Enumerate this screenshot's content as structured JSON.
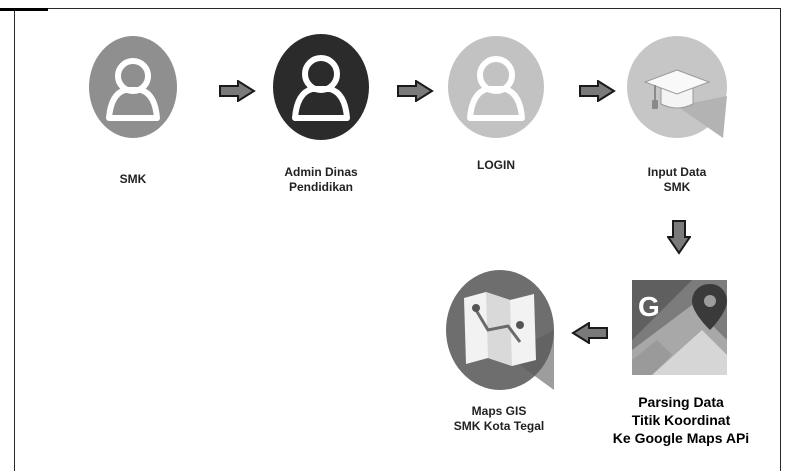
{
  "nodes": {
    "smk": {
      "label_lines": [
        "SMK"
      ]
    },
    "admin": {
      "label_lines": [
        "Admin Dinas",
        "Pendidikan"
      ]
    },
    "login": {
      "label_lines": [
        "LOGIN"
      ]
    },
    "input": {
      "label_lines": [
        "Input Data",
        "SMK"
      ]
    },
    "parsing": {
      "label_lines": [
        "Parsing Data",
        "Titik Koordinat",
        "Ke Google Maps APi"
      ]
    },
    "maps": {
      "label_lines": [
        "Maps GIS",
        "SMK Kota Tegal"
      ]
    }
  },
  "icons": {
    "smk": "user-icon",
    "admin": "user-icon",
    "login": "user-icon",
    "input": "graduation-cap-icon",
    "parsing": "google-maps-icon",
    "maps": "map-icon"
  },
  "icon_text": {
    "google_maps_letter": "G"
  },
  "colors": {
    "smk_circle": "#8f8f8f",
    "admin_circle": "#2b2b2b",
    "login_circle": "#c2c2c2",
    "input_circle": "#c6c6c6",
    "maps_circle": "#6e6e6e",
    "arrow_fill": "#7a7a7a",
    "arrow_outline": "#1a1a1a"
  }
}
